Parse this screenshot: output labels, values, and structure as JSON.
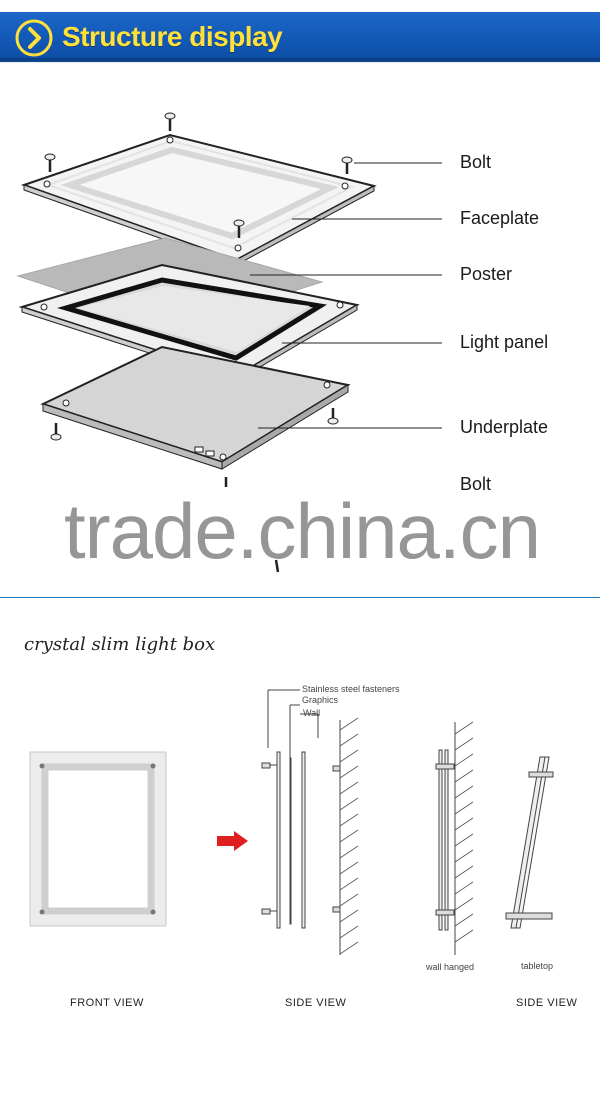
{
  "header": {
    "title": "Structure display",
    "accent_color": "#ffe13a",
    "background_color": "#1157b4",
    "icon": "chevron-right-circle-icon"
  },
  "exploded_view": {
    "labels": [
      "Bolt",
      "Faceplate",
      "Poster",
      "Light panel",
      "Underplate",
      "Bolt"
    ]
  },
  "watermark": {
    "text": "trade.china.cn"
  },
  "product": {
    "title": "crystal slim light box",
    "side_view_annotations": [
      "Stainless steel fasteners",
      "Graphics",
      "Wall"
    ],
    "mount_labels": [
      "wall hanged",
      "tabletop"
    ],
    "views": [
      "FRONT VIEW",
      "SIDE VIEW",
      "SIDE VIEW"
    ],
    "arrow_color": "#e02020"
  }
}
